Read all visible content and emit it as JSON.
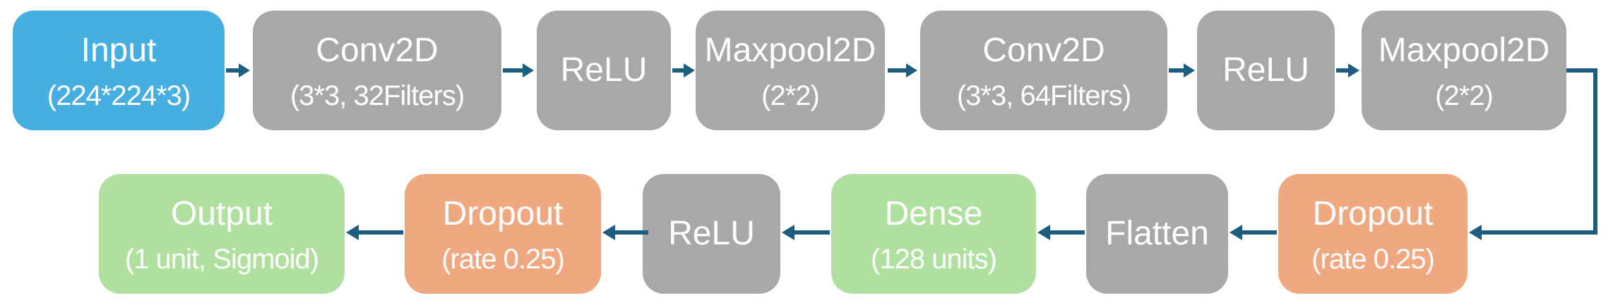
{
  "colors": {
    "input_blue": "#47AEE0",
    "layer_gray": "#A8A8A8",
    "dense_green": "#B0E0A0",
    "dropout_orange": "#F0A881",
    "connector_teal": "#1D5E80",
    "label_white": "#FFFFFF",
    "background": "#FFFFFF"
  },
  "blocks": {
    "input": {
      "line1": "Input",
      "line2": "(224*224*3)"
    },
    "conv1": {
      "line1": "Conv2D",
      "line2": "(3*3, 32Filters)"
    },
    "relu1": {
      "line1": "ReLU"
    },
    "maxpool1": {
      "line1": "Maxpool2D",
      "line2": "(2*2)"
    },
    "conv2": {
      "line1": "Conv2D",
      "line2": "(3*3, 64Filters)"
    },
    "relu2": {
      "line1": "ReLU"
    },
    "maxpool2": {
      "line1": "Maxpool2D",
      "line2": "(2*2)"
    },
    "dropout1": {
      "line1": "Dropout",
      "line2": "(rate 0.25)"
    },
    "flatten": {
      "line1": "Flatten"
    },
    "dense": {
      "line1": "Dense",
      "line2": "(128 units)"
    },
    "relu3": {
      "line1": "ReLU"
    },
    "dropout2": {
      "line1": "Dropout",
      "line2": "(rate 0.25)"
    },
    "output": {
      "line1": "Output",
      "line2": "(1 unit, Sigmoid)"
    }
  },
  "flow_order": [
    "Input (224*224*3)",
    "Conv2D (3*3, 32Filters)",
    "ReLU",
    "Maxpool2D (2*2)",
    "Conv2D (3*3, 64Filters)",
    "ReLU",
    "Maxpool2D (2*2)",
    "Dropout (rate 0.25)",
    "Flatten",
    "Dense (128 units)",
    "ReLU",
    "Dropout (rate 0.25)",
    "Output (1 unit, Sigmoid)"
  ]
}
